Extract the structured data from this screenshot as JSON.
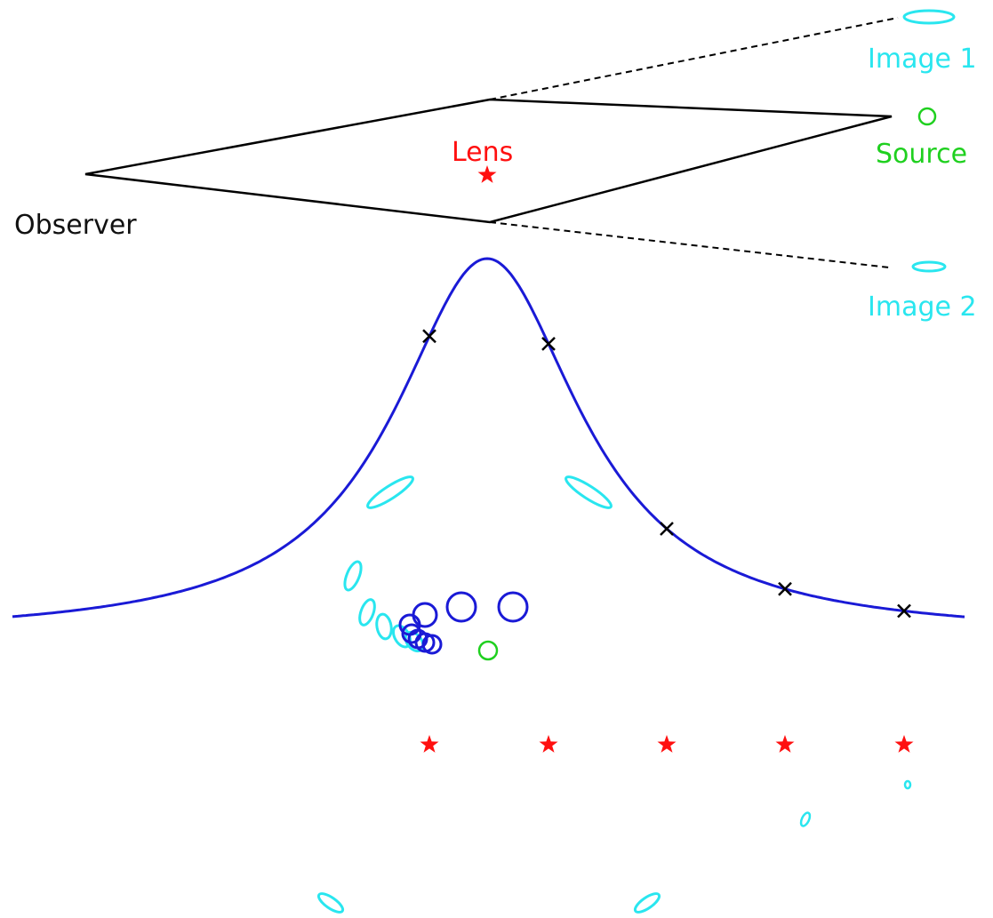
{
  "labels": {
    "image1": "Image 1",
    "image2": "Image 2",
    "source": "Source",
    "lens": "Lens",
    "observer": "Observer"
  },
  "colors": {
    "image": "#29e6ef",
    "source": "#1fd01f",
    "lens": "#ff1010",
    "observer": "#111111",
    "curve": "#1a1ad6",
    "marker": "#000000"
  },
  "icons": {
    "lens_marker": "red-star-icon",
    "source_marker": "green-circle-icon",
    "curve_marker": "black-x-icon"
  }
}
